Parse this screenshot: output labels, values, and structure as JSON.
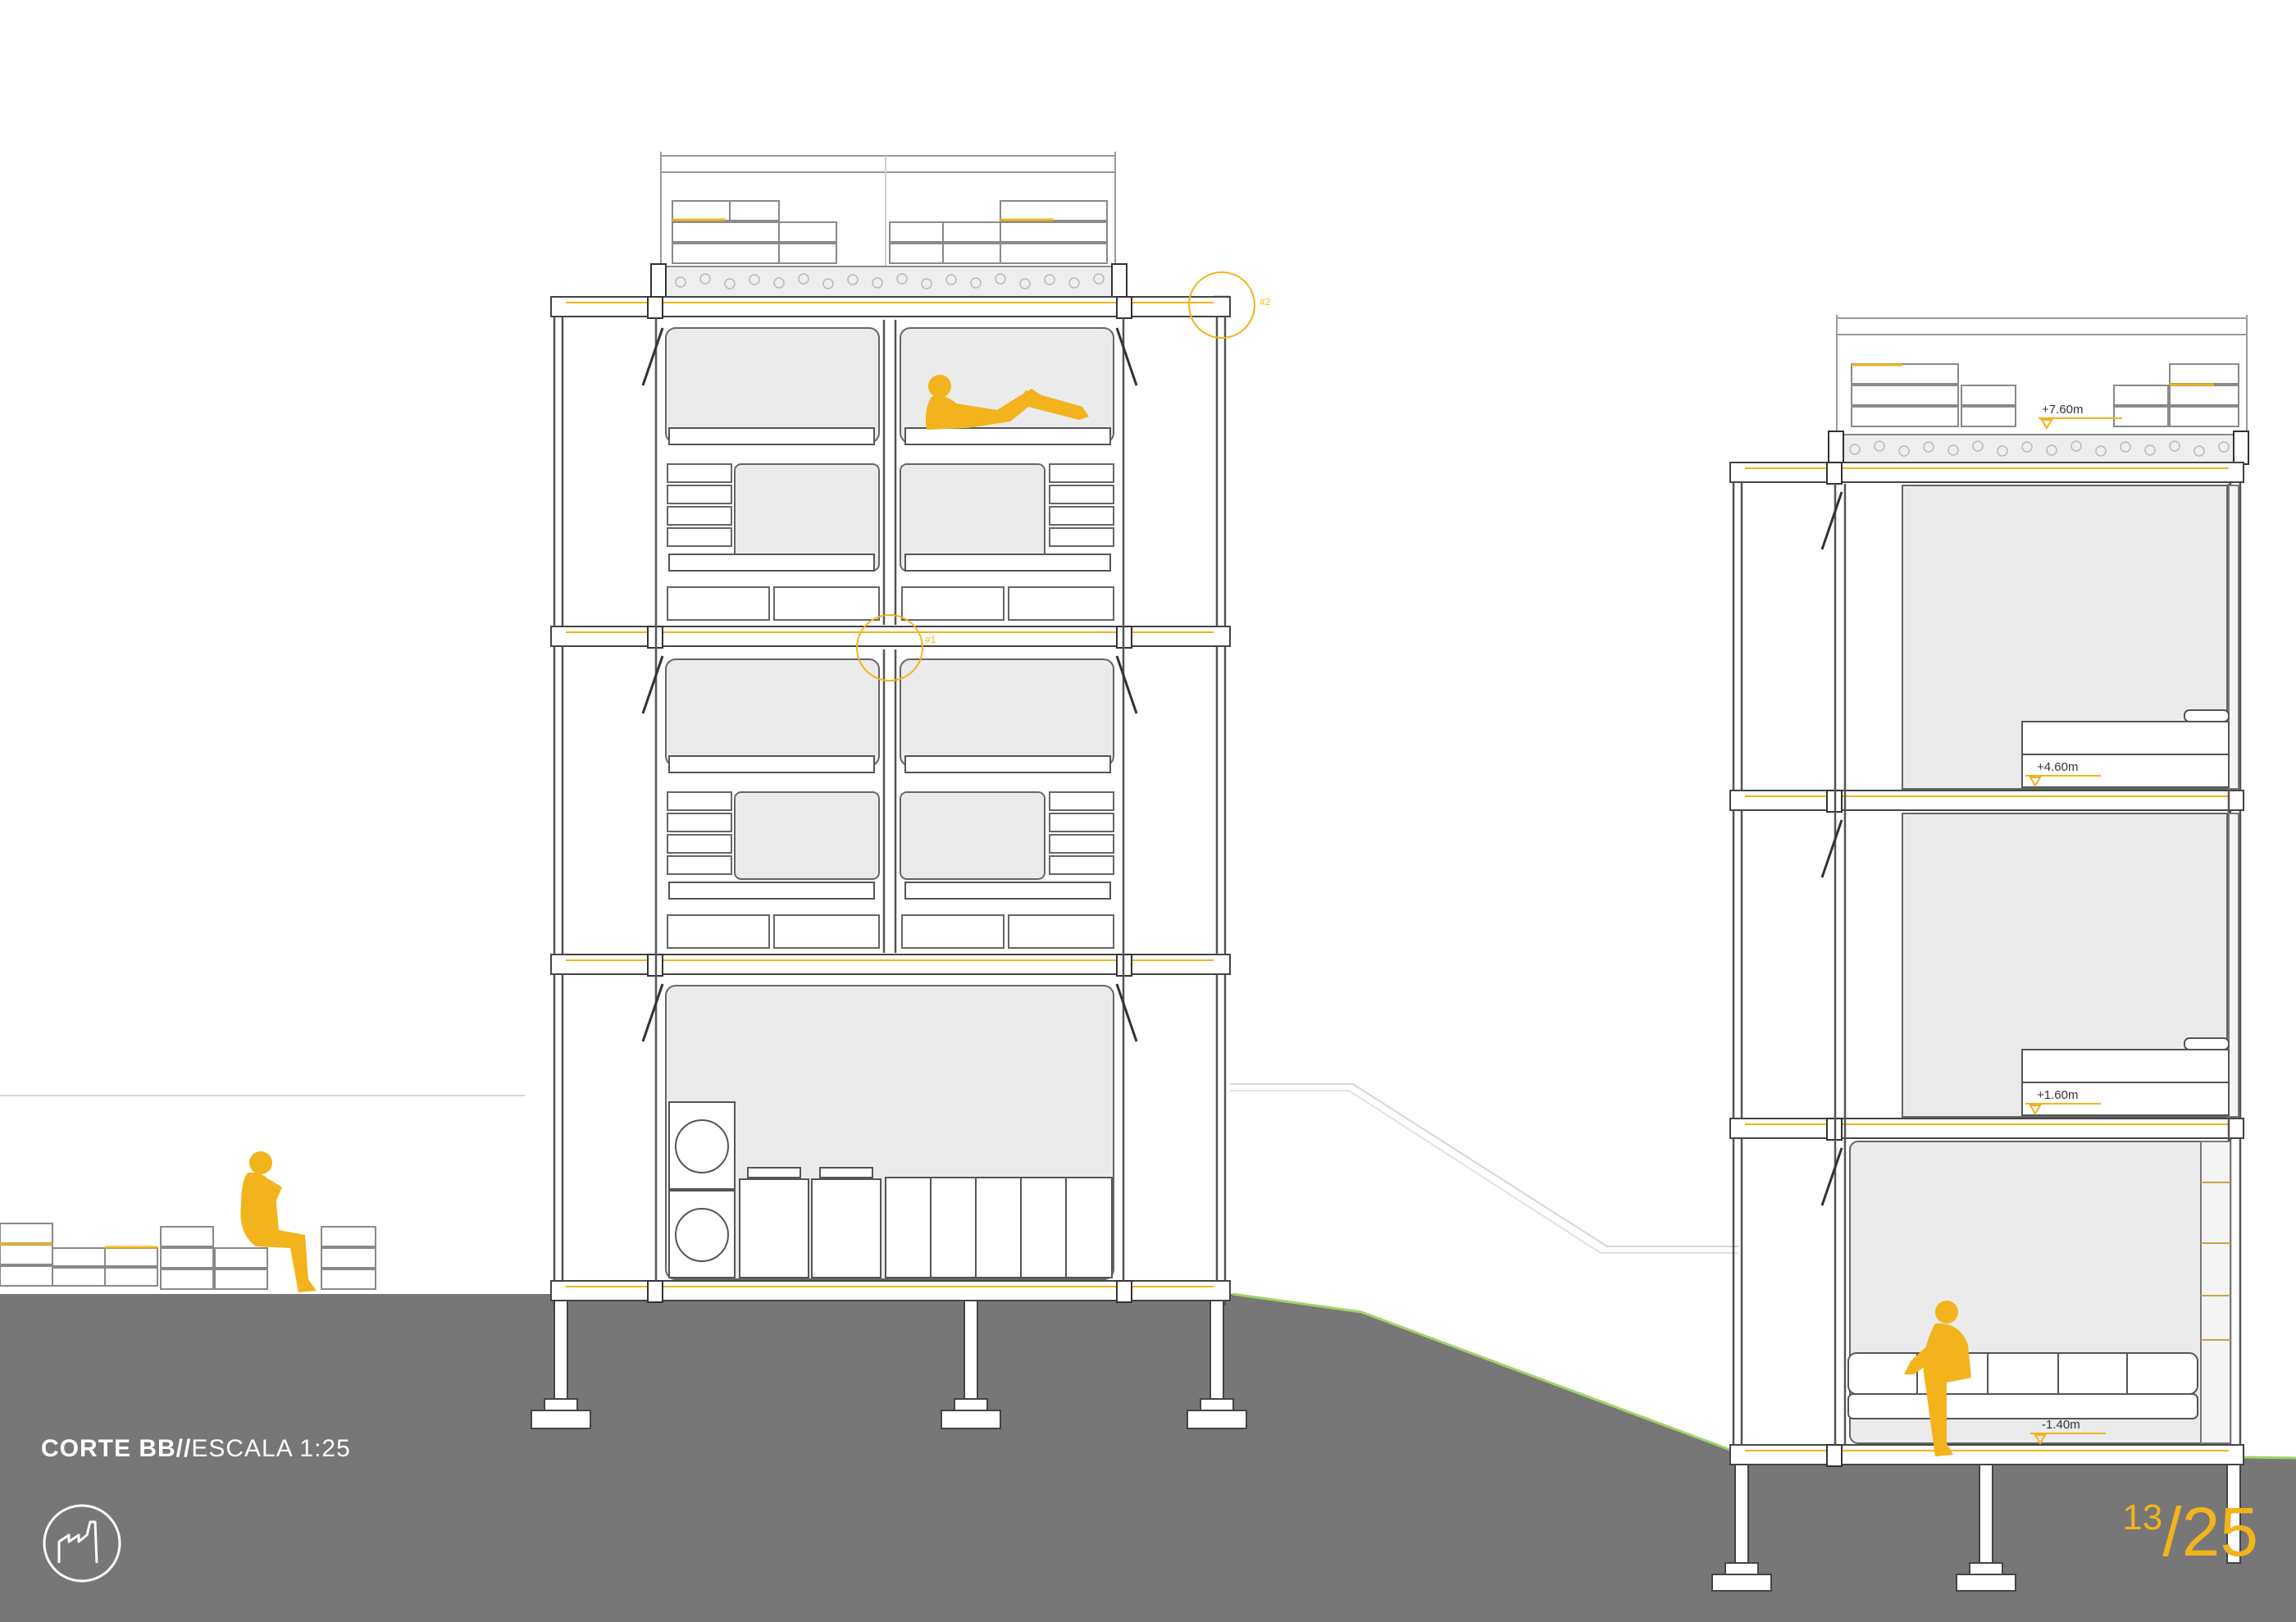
{
  "title": {
    "section": "CORTE BB",
    "separator": "//",
    "scale": "ESCALA 1:25"
  },
  "page": {
    "current": "13",
    "separator": "/",
    "total": "25"
  },
  "levels": {
    "roof": "+7.60m",
    "upper_floor": "+4.60m",
    "middle_floor": "+1.60m",
    "ground_floor": "-1.40m"
  },
  "detail_markers": {
    "roof_detail": "#2",
    "floor_detail": "#1"
  },
  "colors": {
    "accent": "#f2b31c",
    "ground": "#777777",
    "interior": "#ebebeb",
    "line": "#555555",
    "slope_edge": "#9fd468"
  },
  "icons": {
    "logo": "factory-icon"
  }
}
